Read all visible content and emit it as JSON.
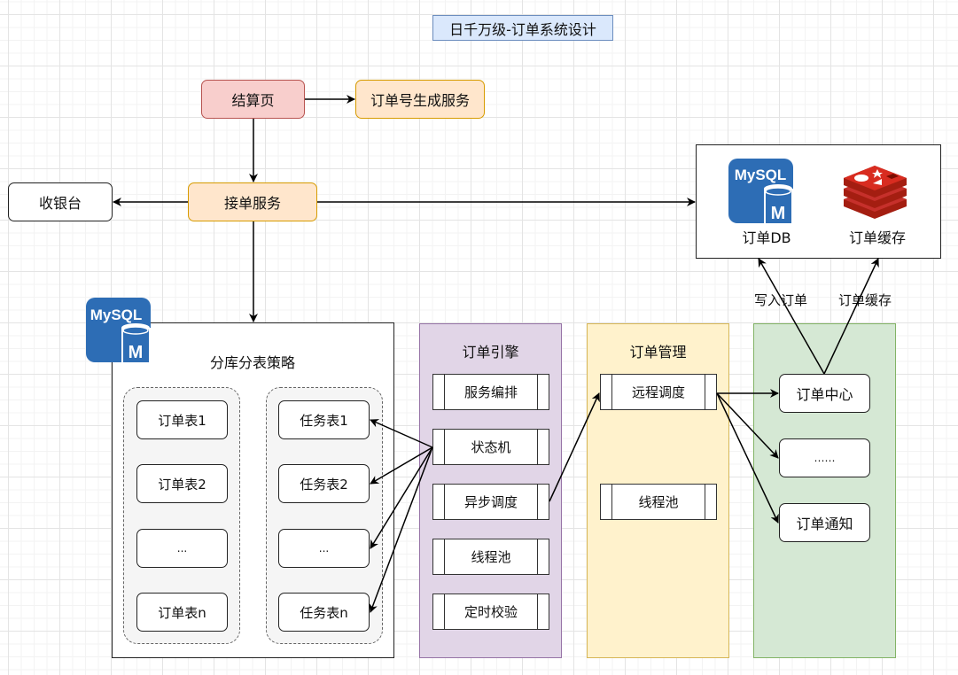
{
  "title": "日千万级-订单系统设计",
  "nodes": {
    "checkout": "结算页",
    "order_id_service": "订单号生成服务",
    "cashier": "收银台",
    "order_accept_service": "接单服务"
  },
  "storage": {
    "mysql_logo": "MySQL",
    "mysql_letter": "M",
    "order_db": "订单DB",
    "order_cache": "订单缓存"
  },
  "edge_labels": {
    "write_order": "写入订单",
    "cache_order": "订单缓存"
  },
  "sharding": {
    "logo": "MySQL",
    "logo_letter": "M",
    "title": "分库分表策略",
    "order_tables": [
      "订单表1",
      "订单表2",
      "...",
      "订单表n"
    ],
    "task_tables": [
      "任务表1",
      "任务表2",
      "...",
      "任务表n"
    ]
  },
  "engine": {
    "title": "订单引擎",
    "items": [
      "服务编排",
      "状态机",
      "异步调度",
      "线程池",
      "定时校验"
    ]
  },
  "management": {
    "title": "订单管理",
    "items": [
      "远程调度",
      "线程池"
    ]
  },
  "services": {
    "items": [
      "订单中心",
      "……",
      "订单通知"
    ]
  },
  "colors": {
    "title_fill": "#dae8fc",
    "checkout_fill": "#f8cecc",
    "service_fill": "#ffe6cc",
    "engine_fill": "#e1d5e7",
    "management_fill": "#fff2cc",
    "services_fill": "#d5e8d4",
    "mysql_blue": "#2d6db5",
    "redis_red": "#c6302b"
  }
}
